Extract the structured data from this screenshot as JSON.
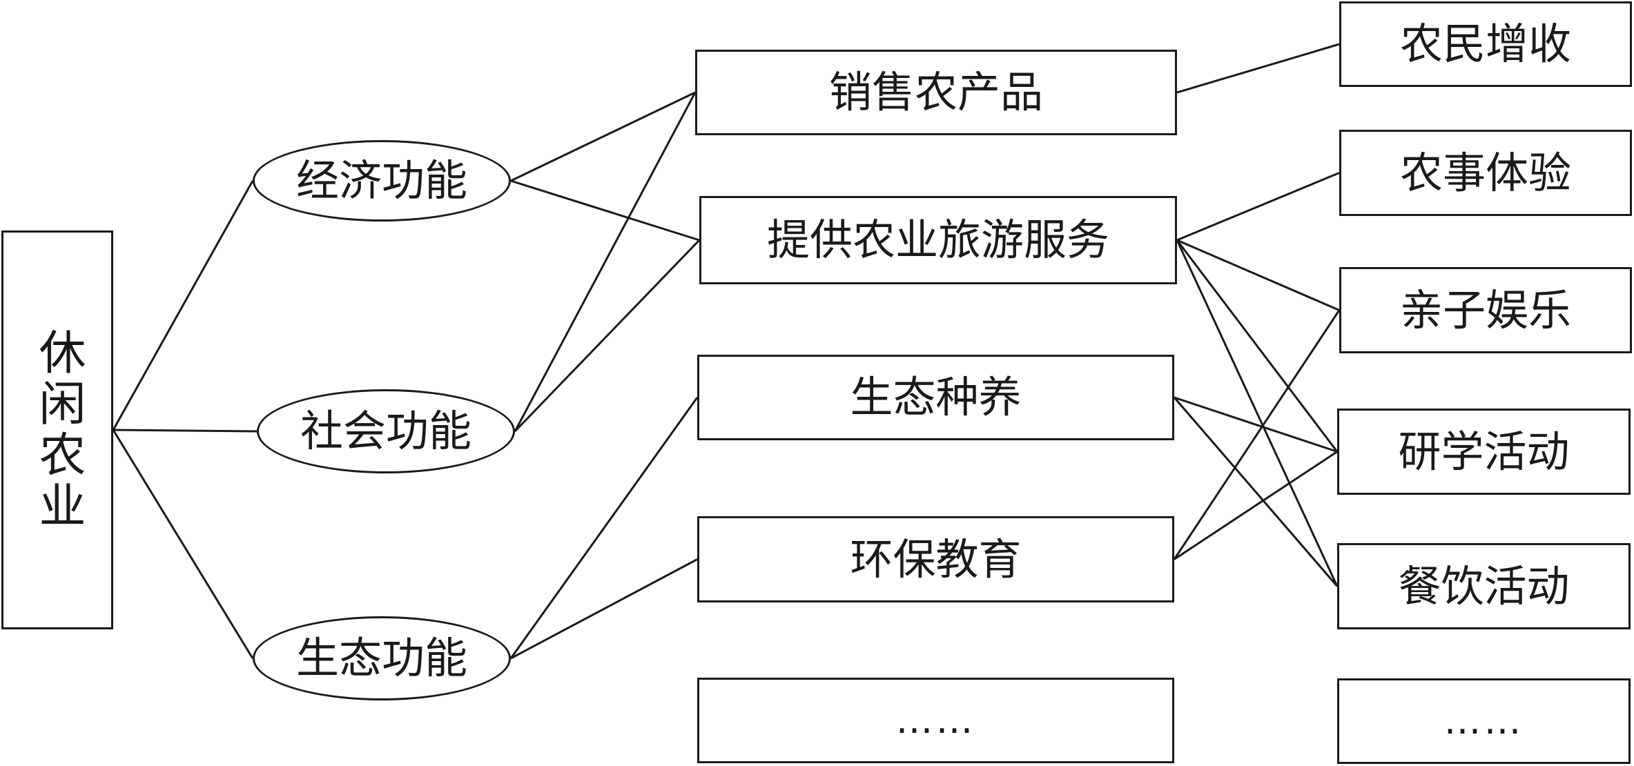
{
  "root": {
    "label": "休闲农业"
  },
  "functions": [
    {
      "id": "economic",
      "label": "经济功能"
    },
    {
      "id": "social",
      "label": "社会功能"
    },
    {
      "id": "ecological",
      "label": "生态功能"
    }
  ],
  "activities": [
    {
      "id": "sell",
      "label": "销售农产品"
    },
    {
      "id": "tourism",
      "label": "提供农业旅游服务"
    },
    {
      "id": "eco_farming",
      "label": "生态种养"
    },
    {
      "id": "env_edu",
      "label": "环保教育"
    },
    {
      "id": "act_more",
      "label": "……"
    }
  ],
  "outcomes": [
    {
      "id": "income",
      "label": "农民增收"
    },
    {
      "id": "farm_exp",
      "label": "农事体验"
    },
    {
      "id": "family",
      "label": "亲子娱乐"
    },
    {
      "id": "study",
      "label": "研学活动"
    },
    {
      "id": "dining",
      "label": "餐饮活动"
    },
    {
      "id": "out_more",
      "label": "……"
    }
  ],
  "links": [
    [
      "root",
      "economic"
    ],
    [
      "root",
      "social"
    ],
    [
      "root",
      "ecological"
    ],
    [
      "economic",
      "sell"
    ],
    [
      "economic",
      "tourism"
    ],
    [
      "social",
      "sell"
    ],
    [
      "social",
      "tourism"
    ],
    [
      "ecological",
      "eco_farming"
    ],
    [
      "ecological",
      "env_edu"
    ],
    [
      "sell",
      "income"
    ],
    [
      "tourism",
      "farm_exp"
    ],
    [
      "tourism",
      "family"
    ],
    [
      "tourism",
      "study"
    ],
    [
      "tourism",
      "dining"
    ],
    [
      "eco_farming",
      "study"
    ],
    [
      "eco_farming",
      "dining"
    ],
    [
      "env_edu",
      "family"
    ],
    [
      "env_edu",
      "study"
    ]
  ],
  "colors": {
    "stroke": "#1a1a1a",
    "background": "#ffffff"
  }
}
